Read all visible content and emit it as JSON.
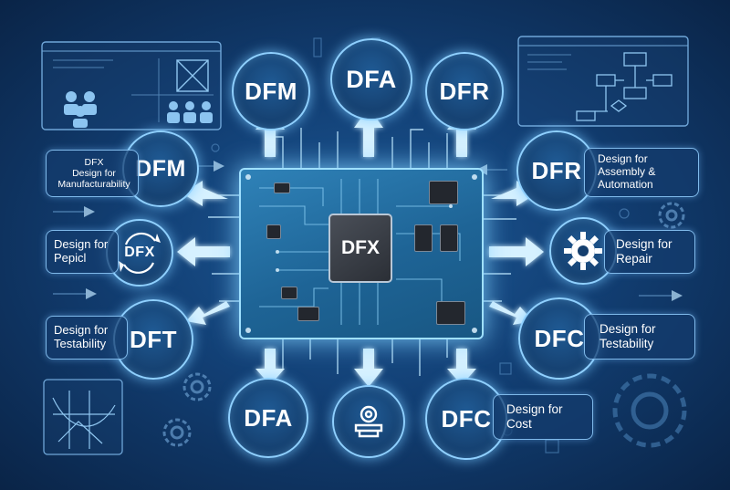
{
  "center": {
    "label": "DFX"
  },
  "nodes": {
    "top_left": "DFM",
    "top_center": "DFA",
    "top_right": "DFR",
    "mid_left_upper": "DFM",
    "mid_left_lower": "DFT",
    "mid_right_upper": "DFR",
    "mid_right_lower": "DFC",
    "bottom_left": "DFA",
    "bottom_right": "DFC",
    "recycle_icon_label": "DFX"
  },
  "panels": {
    "dfx_manufacturability": {
      "line1": "DFX",
      "line2": "Design for",
      "line3": "Manufacturability"
    },
    "design_for_pepcl": {
      "line1": "Design for",
      "line2": "Pepicl"
    },
    "design_for_testability_left": {
      "line1": "Design for",
      "line2": "Testability"
    },
    "design_for_assembly": {
      "line1": "Design for",
      "line2": "Assembly &",
      "line3": "Automation"
    },
    "design_for_repair": {
      "line1": "Design for",
      "line2": "Repair"
    },
    "design_for_testability_right": {
      "line1": "Design for",
      "line2": "Testability"
    },
    "design_for_cost": {
      "line1": "Design for",
      "line2": "Cost"
    }
  },
  "icons": {
    "recycle": "recycle-icon",
    "gear": "gear-icon",
    "robot": "robot-icon",
    "people": "team-icon",
    "flowchart": "flowchart-icon",
    "cog_decor": "cog-icon",
    "blueprint": "blueprint-icon",
    "chip_mark": "chip-icon"
  },
  "colors": {
    "background": "#123f74",
    "glow": "#8fd0ff",
    "board": "#2f82b8",
    "cpu": "#2b2f36",
    "text": "#ffffff"
  }
}
